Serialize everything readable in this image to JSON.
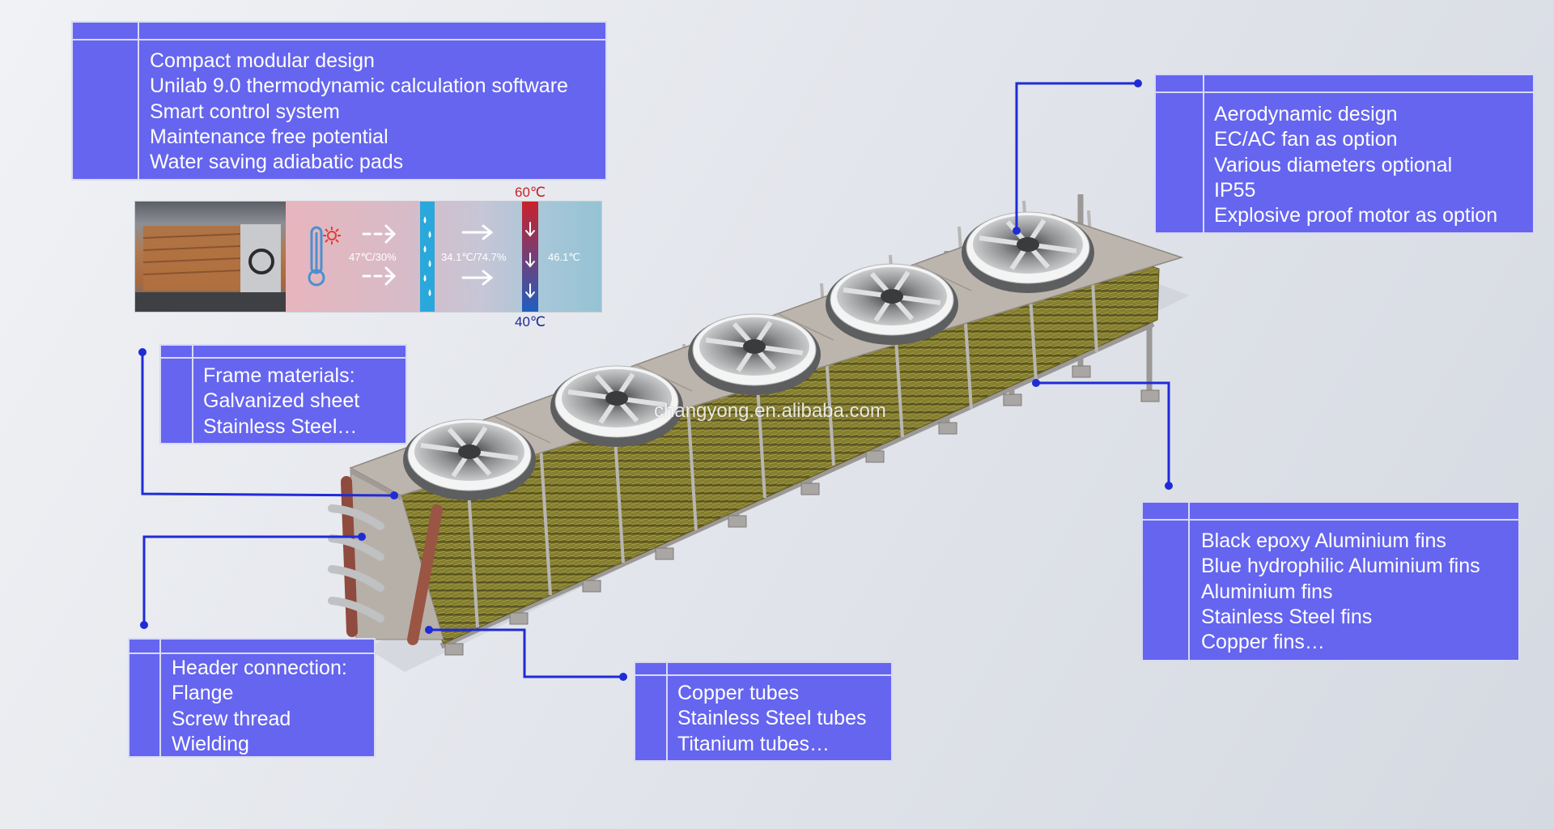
{
  "feature_boxes": {
    "main": [
      "Compact modular design",
      "Unilab 9.0 thermodynamic calculation software",
      "Smart control system",
      "Maintenance free potential",
      "Water saving adiabatic pads"
    ],
    "fan": [
      "Aerodynamic design",
      "EC/AC fan as option",
      "Various diameters optional",
      "IP55",
      "Explosive proof motor as option"
    ],
    "frame": [
      "Frame materials:",
      "Galvanized sheet",
      "Stainless Steel…"
    ],
    "fins": [
      "Black epoxy Aluminium fins",
      "Blue hydrophilic Aluminium fins",
      "Aluminium fins",
      "Stainless Steel fins",
      "Copper fins…"
    ],
    "header": [
      "Header connection:",
      "Flange",
      "Screw thread",
      "Wielding"
    ],
    "tubes": [
      "Copper tubes",
      "Stainless Steel tubes",
      "Titanium tubes…"
    ]
  },
  "process": {
    "inlet_air": "47℃/30%",
    "pre_cooled_air": "34.1℃/74.7%",
    "outlet_air": "46.1℃",
    "fluid_in": "60℃",
    "fluid_out": "40℃"
  },
  "watermark": "changyong.en.alibaba.com",
  "colors": {
    "box_fill": "#6565ef",
    "box_border": "#d8daf5",
    "leader_line": "#1f2bd6",
    "hot": "#c9212b",
    "cold": "#1d2a9a"
  },
  "icons": [
    "thermometer-icon",
    "sun-icon",
    "arrow-right-icon",
    "water-drop-icon",
    "arrow-down-icon"
  ]
}
